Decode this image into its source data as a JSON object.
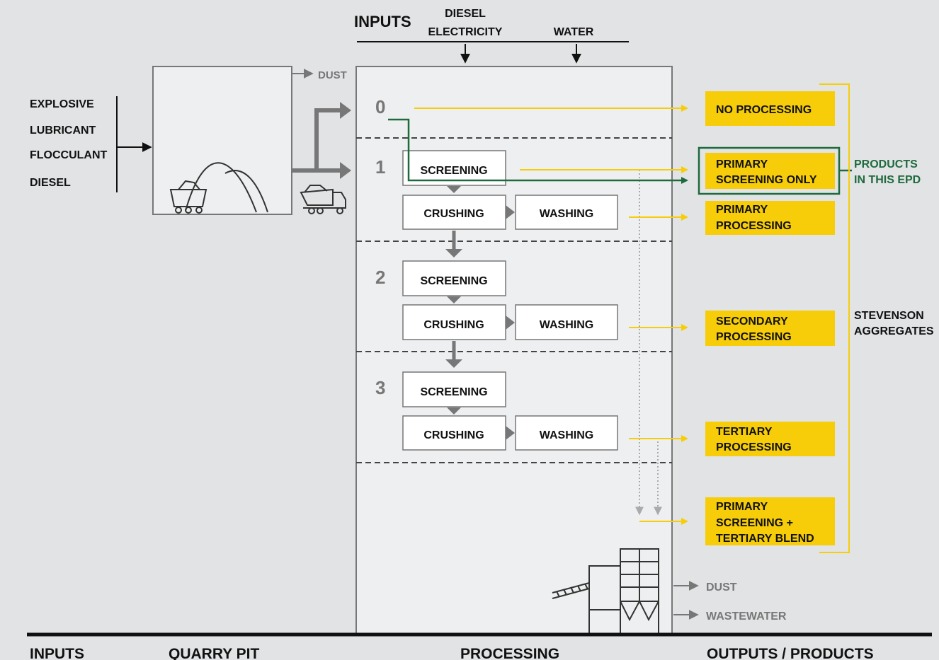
{
  "inputs": {
    "header": "INPUTS",
    "diesel_electricity_line1": "DIESEL",
    "diesel_electricity_line2": "ELECTRICITY",
    "water": "WATER"
  },
  "quarry_inputs": [
    "EXPLOSIVE",
    "LUBRICANT",
    "FLOCCULANT",
    "DIESEL"
  ],
  "quarry_dust": "DUST",
  "stages": {
    "s0": "0",
    "s1": "1",
    "s2": "2",
    "s3": "3"
  },
  "process_boxes": {
    "screening": "SCREENING",
    "crushing": "CRUSHING",
    "washing": "WASHING"
  },
  "products": {
    "p0": [
      "NO PROCESSING"
    ],
    "p1": [
      "PRIMARY",
      "SCREENING ONLY"
    ],
    "p2": [
      "PRIMARY",
      "PROCESSING"
    ],
    "p3": [
      "SECONDARY",
      "PROCESSING"
    ],
    "p4": [
      "TERTIARY",
      "PROCESSING"
    ],
    "p5": [
      "PRIMARY",
      "SCREENING +",
      "TERTIARY BLEND"
    ]
  },
  "epd_label": [
    "PRODUCTS",
    "IN THIS EPD"
  ],
  "brand_label": [
    "STEVENSON",
    "AGGREGATES"
  ],
  "outputs": {
    "dust": "DUST",
    "wastewater": "WASTEWATER"
  },
  "footer": {
    "inputs": "INPUTS",
    "quarry": "QUARRY PIT",
    "processing": "PROCESSING",
    "outputs": "OUTPUTS / PRODUCTS"
  },
  "colors": {
    "background": "#e1e3e5",
    "yellow": "#f7cd0a",
    "green": "#1e6a3c",
    "grey": "#777777"
  }
}
